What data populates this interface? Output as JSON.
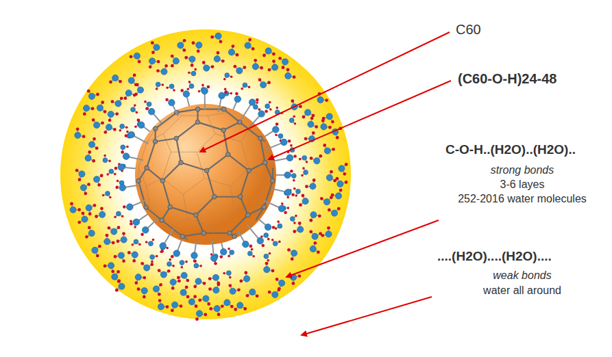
{
  "diagram": {
    "labels": [
      "C60",
      "(C60-O-H)24-48",
      "C-O-H..(H2O)..(H2O)..",
      "strong bonds",
      "3-6 layes",
      "252-2016 water molecules",
      "....(H2O)....(H2O)....",
      "weak bonds",
      "water all around"
    ]
  }
}
